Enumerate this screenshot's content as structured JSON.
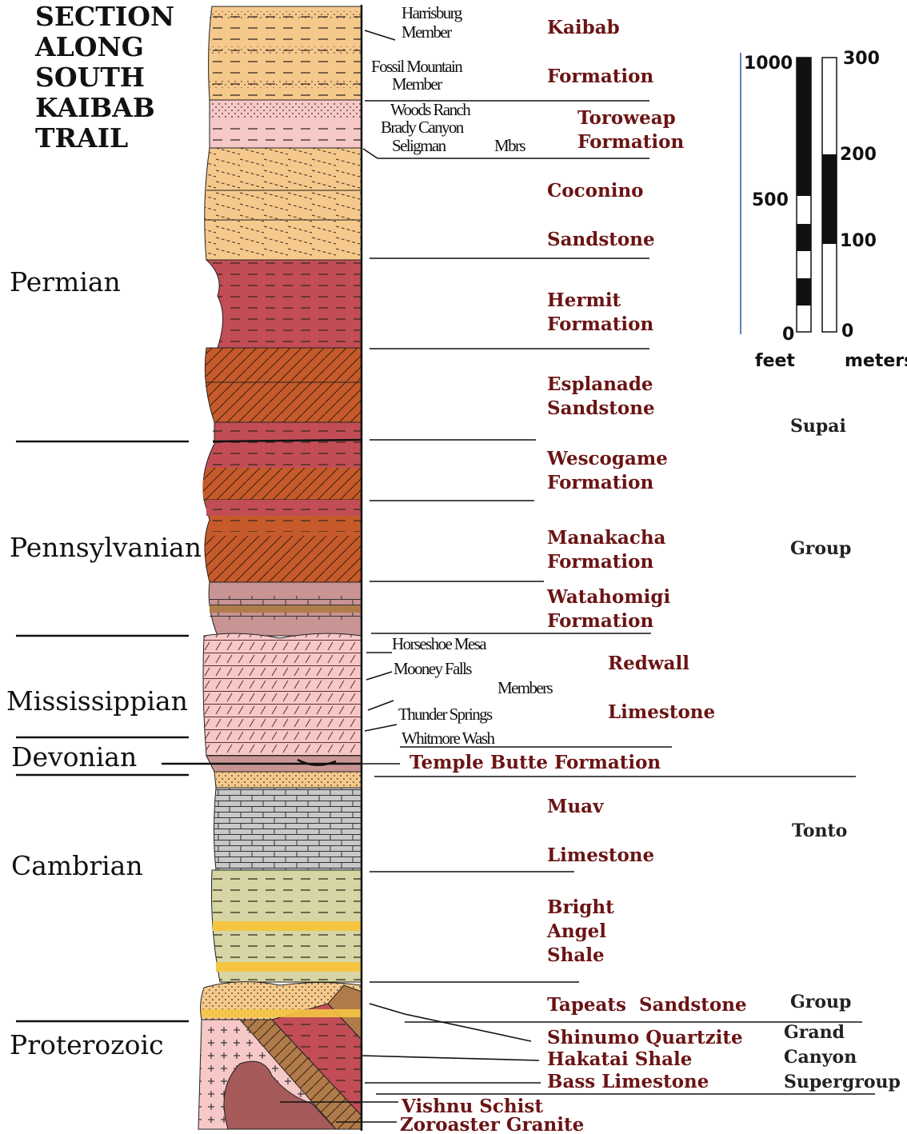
{
  "title_lines": [
    "SECTION",
    "ALONG",
    "SOUTH",
    "KAIBAB",
    "TRAIL"
  ],
  "periods": {
    "permian": "Permian",
    "pennsylvanian": "Pennsylvanian",
    "mississippian": "Mississippian",
    "devonian": "Devonian",
    "cambrian": "Cambrian",
    "proterozoic": "Proterozoic"
  },
  "members": {
    "harrisburg_1": "Harrisburg",
    "harrisburg_2": "Member",
    "fossil_1": "Fossil Mountain",
    "fossil_2": "Member",
    "woods_ranch": "Woods Ranch",
    "brady_canyon": "Brady Canyon",
    "seligman": "Seligman",
    "mbrs": "Mbrs",
    "horseshoe_mesa": "Horseshoe Mesa",
    "mooney_falls": "Mooney Falls",
    "members": "Members",
    "thunder_springs": "Thunder Springs",
    "whitmore_wash": "Whitmore Wash"
  },
  "formations": {
    "kaibab": "Kaibab",
    "kaibab_formation": "Formation",
    "toroweap": "Toroweap",
    "toroweap_formation": "Formation",
    "coconino": "Coconino",
    "coconino_sandstone": "Sandstone",
    "hermit": "Hermit",
    "hermit_formation": "Formation",
    "esplanade": "Esplanade",
    "esplanade_sandstone": "Sandstone",
    "wescogame": "Wescogame",
    "wescogame_formation": "Formation",
    "manakacha": "Manakacha",
    "manakacha_formation": "Formation",
    "watahomigi": "Watahomigi",
    "watahomigi_formation": "Formation",
    "redwall": "Redwall",
    "redwall_limestone": "Limestone",
    "temple_butte": "Temple Butte Formation",
    "muav": "Muav",
    "muav_limestone": "Limestone",
    "bright": "Bright",
    "angel": "Angel",
    "shale": "Shale",
    "tapeats": "Tapeats  Sandstone",
    "shinumo": "Shinumo Quartzite",
    "hakatai": "Hakatai Shale",
    "bass": "Bass Limestone",
    "vishnu": "Vishnu Schist",
    "zoroaster": "Zoroaster Granite"
  },
  "groups": {
    "supai": "Supai",
    "supai_group": "Group",
    "tonto": "Tonto",
    "tonto_group": "Group",
    "grand": "Grand",
    "canyon": "Canyon",
    "supergroup": "Supergroup"
  },
  "scale_bar": {
    "feet_1000": "1000",
    "feet_500": "500",
    "feet_0": "0",
    "feet_label": "feet",
    "meters_300": "300",
    "meters_200": "200",
    "meters_100": "100",
    "meters_0": "0",
    "meters_label": "meters"
  },
  "colors": {
    "tan": "#f5c98c",
    "pink": "#f7c8c8",
    "rose": "#c24d56",
    "rust": "#c65a2a",
    "mauve": "#c99494",
    "gray": "#c8c8c8",
    "olive": "#d6d6a4",
    "yellow": "#f5c542",
    "text_red": "#6b1414"
  }
}
